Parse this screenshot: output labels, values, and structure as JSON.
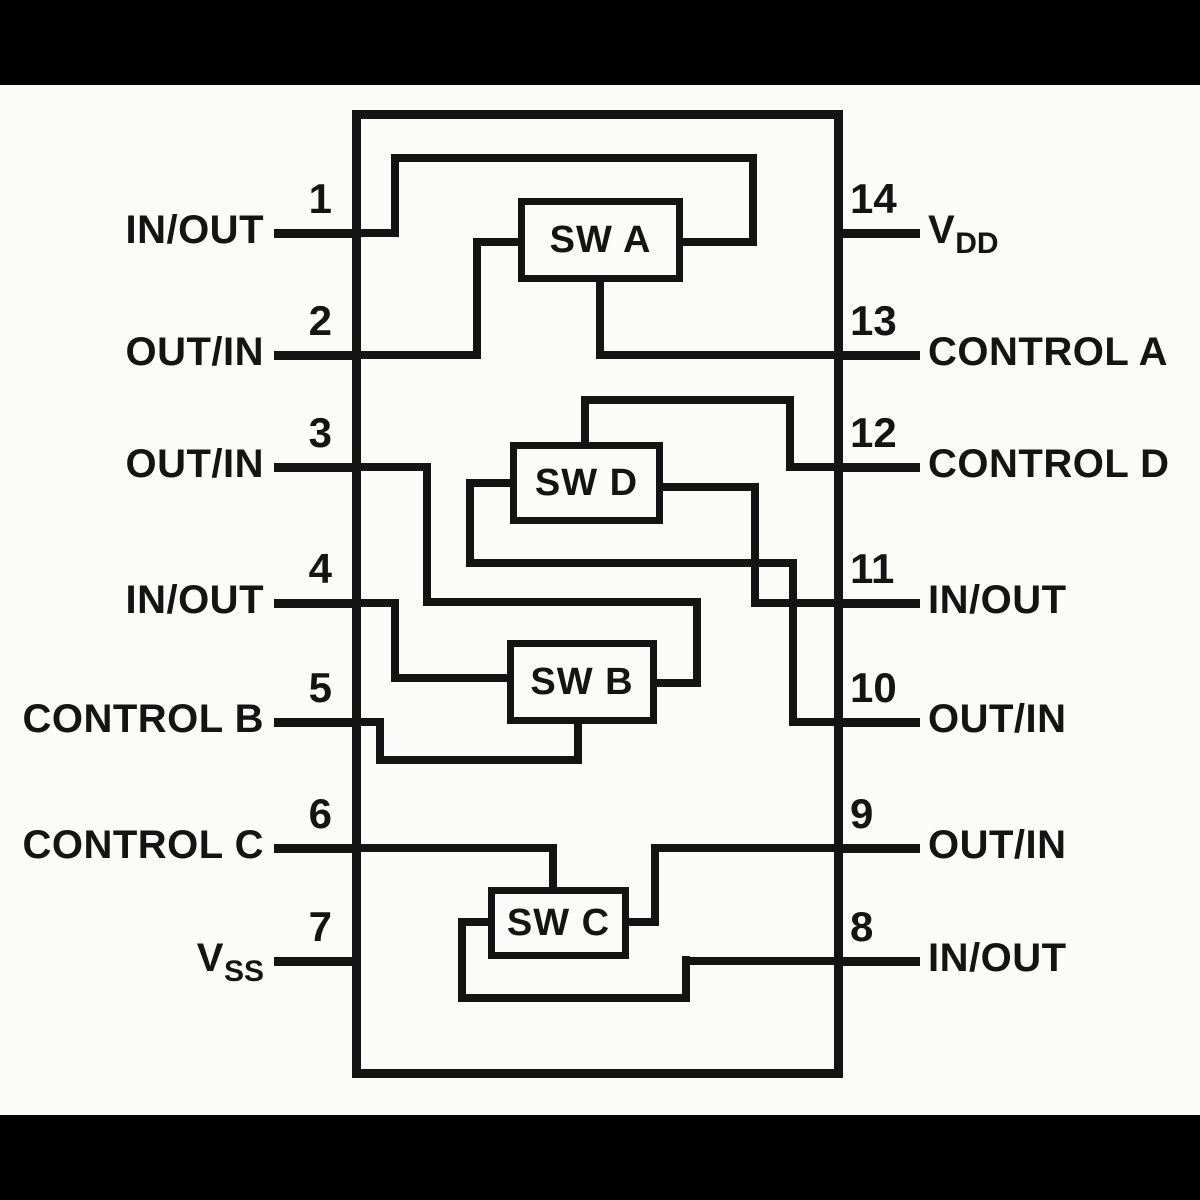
{
  "colors": {
    "paper": "#fbfbfa",
    "ink": "#141414",
    "letterbox": "#000000"
  },
  "ic": {
    "switches": [
      {
        "label": "SW A"
      },
      {
        "label": "SW D"
      },
      {
        "label": "SW B"
      },
      {
        "label": "SW C"
      }
    ]
  },
  "pins": [
    {
      "number": "1",
      "label_main": "IN/OUT"
    },
    {
      "number": "2",
      "label_main": "OUT/IN"
    },
    {
      "number": "3",
      "label_main": "OUT/IN"
    },
    {
      "number": "4",
      "label_main": "IN/OUT"
    },
    {
      "number": "5",
      "label_main": "CONTROL B"
    },
    {
      "number": "6",
      "label_main": "CONTROL C"
    },
    {
      "number": "7",
      "label_main": "V",
      "label_sub": "SS"
    },
    {
      "number": "8",
      "label_main": "IN/OUT"
    },
    {
      "number": "9",
      "label_main": "OUT/IN"
    },
    {
      "number": "10",
      "label_main": "OUT/IN"
    },
    {
      "number": "11",
      "label_main": "IN/OUT"
    },
    {
      "number": "12",
      "label_main": "CONTROL D"
    },
    {
      "number": "13",
      "label_main": "CONTROL A"
    },
    {
      "number": "14",
      "label_main": "V",
      "label_sub": "DD"
    }
  ]
}
